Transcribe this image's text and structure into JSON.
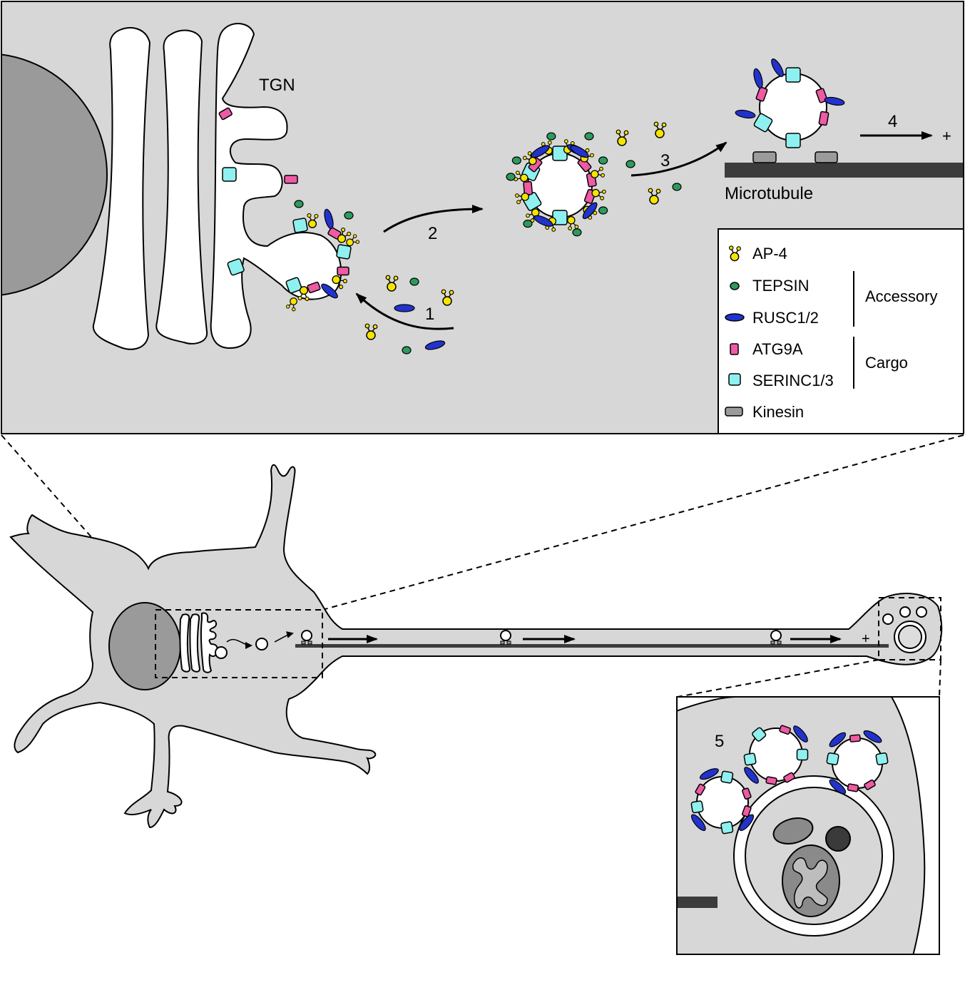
{
  "colors": {
    "cytoplasm": "#d7d7d7",
    "nucleus": "#9a9a9a",
    "ap4": "#f5e400",
    "tepsin": "#2e9a5e",
    "rusc": "#2233cc",
    "atg9a": "#ee5aa4",
    "serinc": "#8ff0f0",
    "kinesin": "#9b9b9b",
    "microtubule": "#3c3c3c"
  },
  "labels": {
    "tgn": "TGN",
    "microtubule": "Microtubule",
    "step1": "1",
    "step2": "2",
    "step3": "3",
    "step4": "4",
    "step5": "5",
    "plus_end": "+",
    "axon_plus": "+"
  },
  "legend": {
    "items": [
      {
        "icon": "ap4-icon",
        "label": "AP-4"
      },
      {
        "icon": "tepsin-icon",
        "label": "TEPSIN"
      },
      {
        "icon": "rusc-icon",
        "label": "RUSC1/2"
      },
      {
        "icon": "atg9a-icon",
        "label": "ATG9A"
      },
      {
        "icon": "serinc-icon",
        "label": "SERINC1/3"
      },
      {
        "icon": "kinesin-icon",
        "label": "Kinesin"
      }
    ],
    "groups": [
      {
        "label": "Accessory"
      },
      {
        "label": "Cargo"
      }
    ]
  }
}
